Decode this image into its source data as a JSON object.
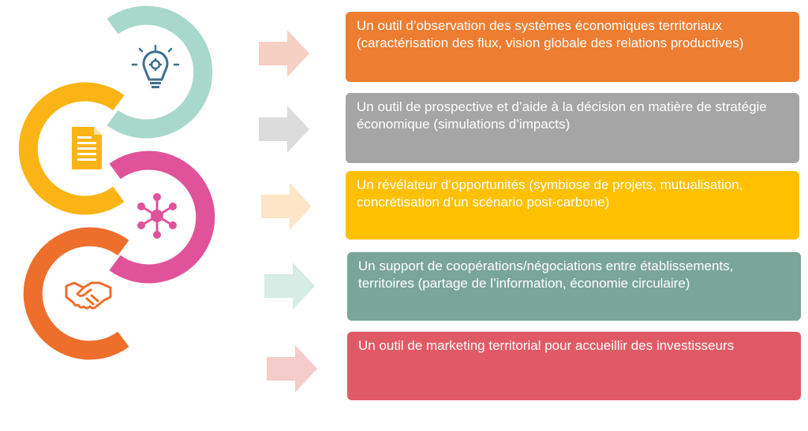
{
  "colors": {
    "teal": "#a8d8cc",
    "amber": "#fbb416",
    "magenta": "#e0539a",
    "orange": "#ee6e2c",
    "icon_blue": "#3d6f8e",
    "box_orange": "#ed7d31",
    "box_gray": "#a5a5a5",
    "box_yellow": "#ffc000",
    "box_green": "#7aa599",
    "box_red": "#e05a66",
    "arrow_peach": "#f7d0c4",
    "arrow_gray": "#dcdcdc",
    "arrow_cream": "#fde5c8",
    "arrow_mint": "#d6ece5",
    "arrow_pink": "#f5cccc"
  },
  "items": [
    {
      "icon": "lightbulb-gear-icon",
      "text": "Un outil d’observation des systèmes économiques territoriaux (caractérisation des flux, vision globale des relations productives)"
    },
    {
      "icon": "document-icon",
      "text": "Un outil de prospective et d’aide à la décision en matière de stratégie économique (simulations d’impacts)"
    },
    {
      "icon": "network-icon",
      "text": "Un révélateur d’opportunités (symbiose de projets, mutualisation, concrétisation d’un scénario post-carbone)"
    },
    {
      "icon": "handshake-icon",
      "text": "Un support de coopérations/négociations entre établissements, territoires (partage de l’information, économie circulaire)"
    },
    {
      "icon": "marketing-icon",
      "text": "Un outil de marketing territorial pour accueillir des investisseurs"
    }
  ]
}
